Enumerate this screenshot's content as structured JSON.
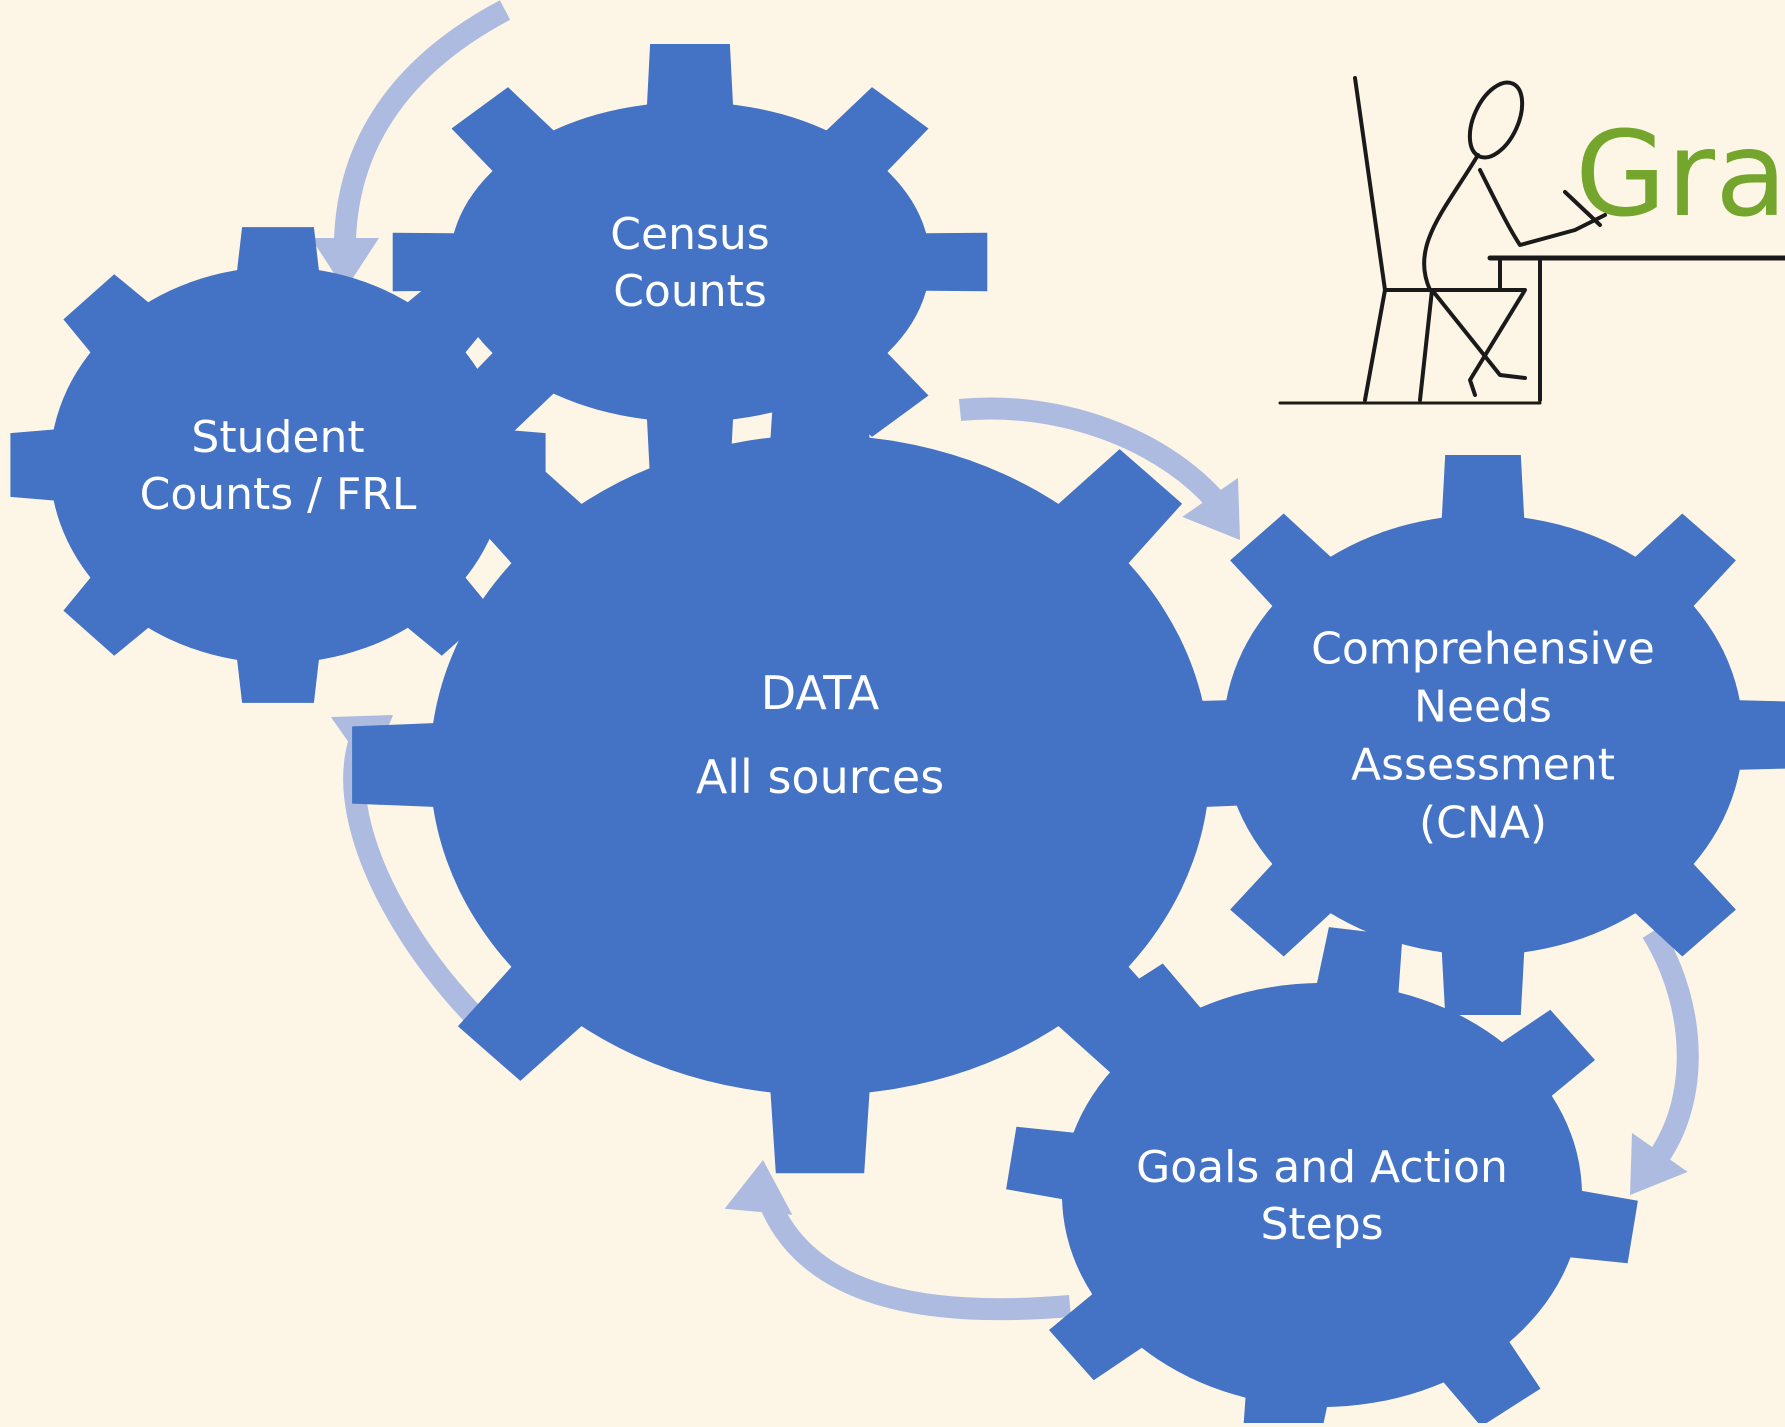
{
  "colors": {
    "background": "#fdf6e7",
    "gear": "#4472c4",
    "gear_text": "#ffffff",
    "arrow": "#adbbe0",
    "logo_text": "#74a52c",
    "logo_line": "#1a1a1a"
  },
  "gears": {
    "data": {
      "lines": [
        "DATA",
        "All sources"
      ]
    },
    "census": {
      "lines": [
        "Census",
        "Counts"
      ]
    },
    "student": {
      "lines": [
        "Student",
        "Counts / FRL"
      ]
    },
    "cna": {
      "lines": [
        "Comprehensive",
        "Needs",
        "Assessment",
        "(CNA)"
      ]
    },
    "goals": {
      "lines": [
        "Goals and Action",
        "Steps"
      ]
    }
  },
  "logo": {
    "text": "Gra",
    "icon": "person-at-desk-icon"
  }
}
